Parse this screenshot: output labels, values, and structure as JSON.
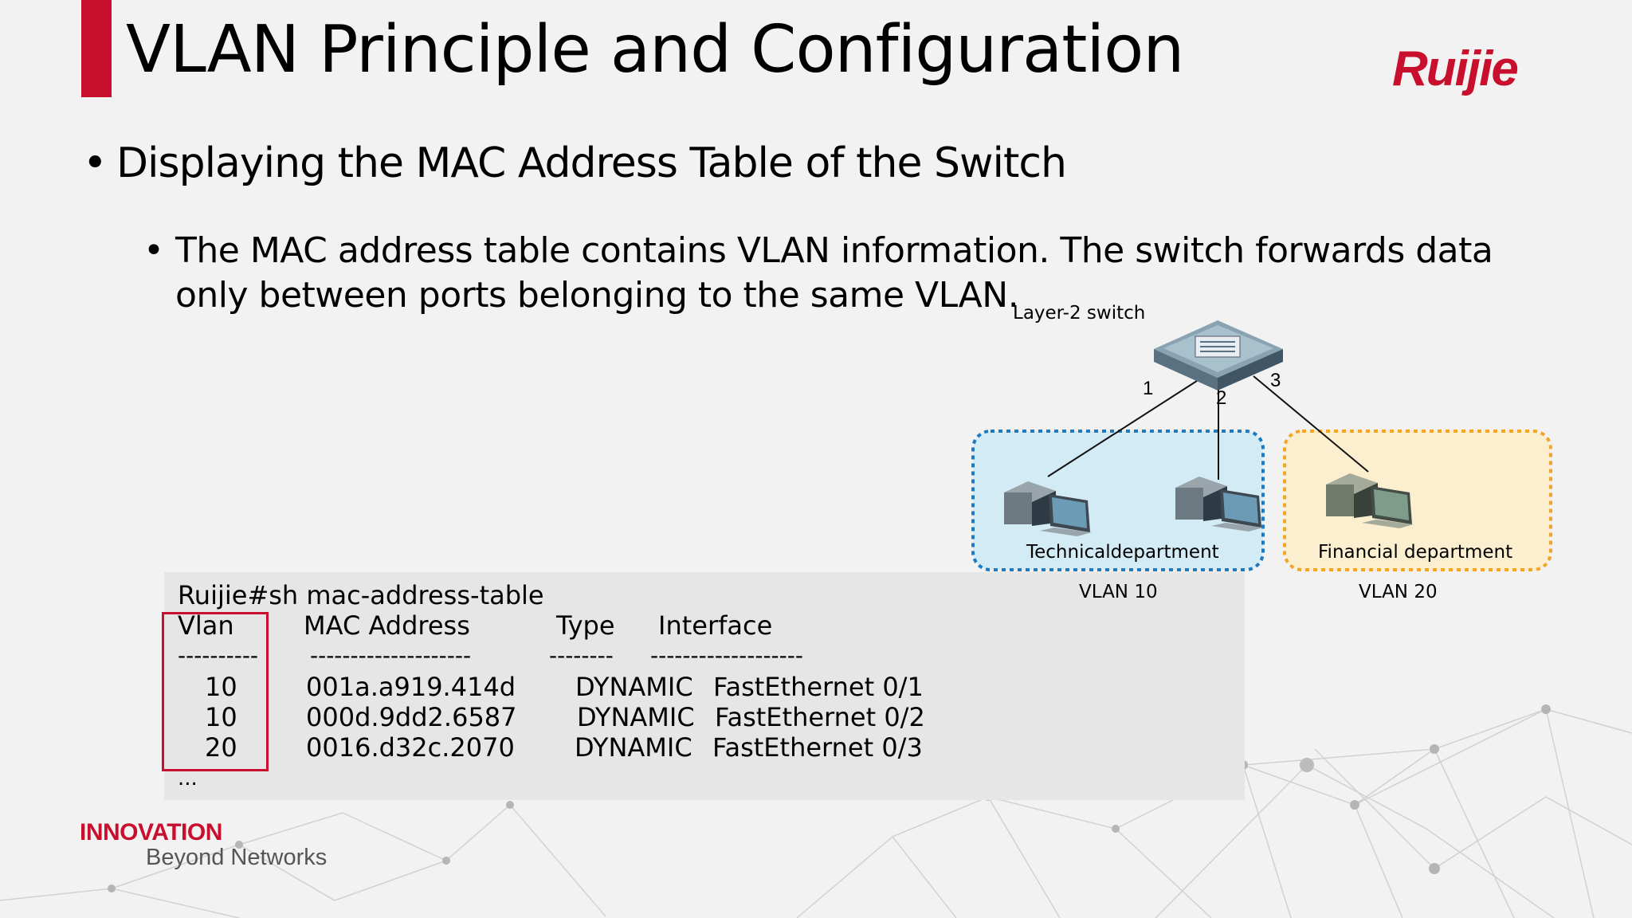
{
  "slide": {
    "title": "VLAN Principle and Configuration",
    "logo_text": "Ruijie",
    "bullet_main": "Displaying the MAC Address Table of the Switch",
    "bullet_sub": "The MAC address table contains VLAN information. The switch forwards data only between ports belonging to the same VLAN.",
    "bullet_symbol": "•"
  },
  "code": {
    "command": "Ruijie#sh mac-address-table",
    "headers": [
      "Vlan",
      "MAC Address",
      "Type",
      "Interface"
    ],
    "separators": [
      "----------",
      "--------------------",
      "--------",
      "-------------------"
    ],
    "rows": [
      {
        "vlan": "10",
        "mac": "001a.a919.414d",
        "type": "DYNAMIC",
        "iface": "FastEthernet 0/1"
      },
      {
        "vlan": "10",
        "mac": "000d.9dd2.6587",
        "type": "DYNAMIC",
        "iface": "FastEthernet 0/2"
      },
      {
        "vlan": "20",
        "mac": "0016.d32c.2070",
        "type": "DYNAMIC",
        "iface": "FastEthernet 0/3"
      }
    ],
    "ellipsis": "..."
  },
  "diagram": {
    "switch_label": "Layer-2 switch",
    "ports": [
      "1",
      "2",
      "3"
    ],
    "tech_group": "Technicaldepartment",
    "tech_vlan": "VLAN 10",
    "fin_group": "Financial department",
    "fin_vlan": "VLAN 20"
  },
  "footer": {
    "line1": "INNOVATION",
    "line2": "Beyond Networks"
  },
  "colors": {
    "accent": "#c8102e",
    "tech_fill": "#d3ebf5",
    "tech_border": "#1a7ac4",
    "fin_fill": "#fbefd0",
    "fin_border": "#f2a52b"
  }
}
